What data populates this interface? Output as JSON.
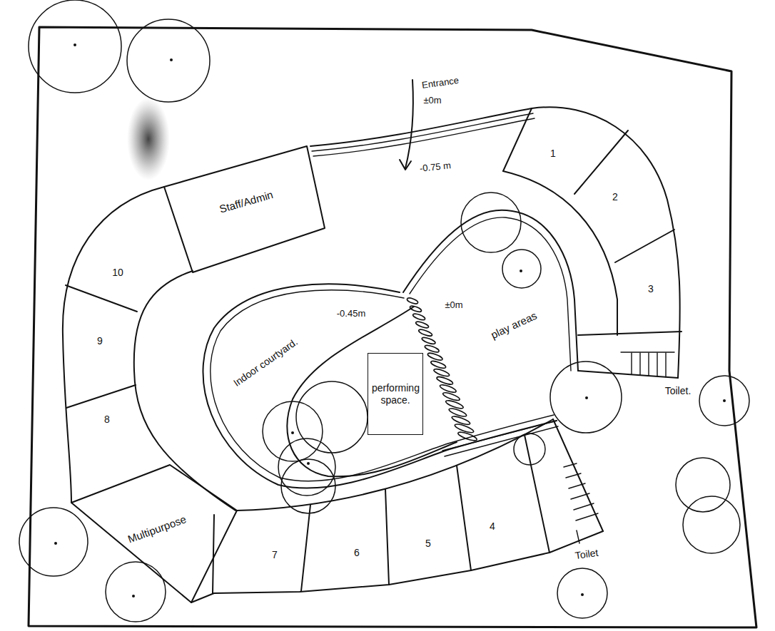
{
  "diagram": {
    "nodes": [
      {
        "text": [
          "Staff/Admin"
        ]
      },
      {
        "text": [
          "10"
        ]
      },
      {
        "text": [
          "9"
        ]
      },
      {
        "text": [
          "8"
        ]
      },
      {
        "text": [
          "Multipurpose"
        ]
      },
      {
        "text": [
          "7"
        ]
      },
      {
        "text": [
          "6"
        ]
      },
      {
        "text": [
          "5"
        ]
      },
      {
        "text": [
          "4"
        ]
      },
      {
        "text": [
          "Toilet"
        ]
      },
      {
        "text": [
          "1"
        ]
      },
      {
        "text": [
          "2"
        ]
      },
      {
        "text": [
          "3"
        ]
      },
      {
        "text": [
          "Toilet."
        ]
      },
      {
        "text": [
          "Indoor courtyard.",
          "-0.45m"
        ]
      },
      {
        "text": [
          "performing space."
        ],
        "in": 14
      },
      {
        "text": [
          "±0m",
          "play areas"
        ]
      }
    ],
    "labels": [
      "Entrance",
      "±0m",
      "-0.75 m"
    ]
  }
}
